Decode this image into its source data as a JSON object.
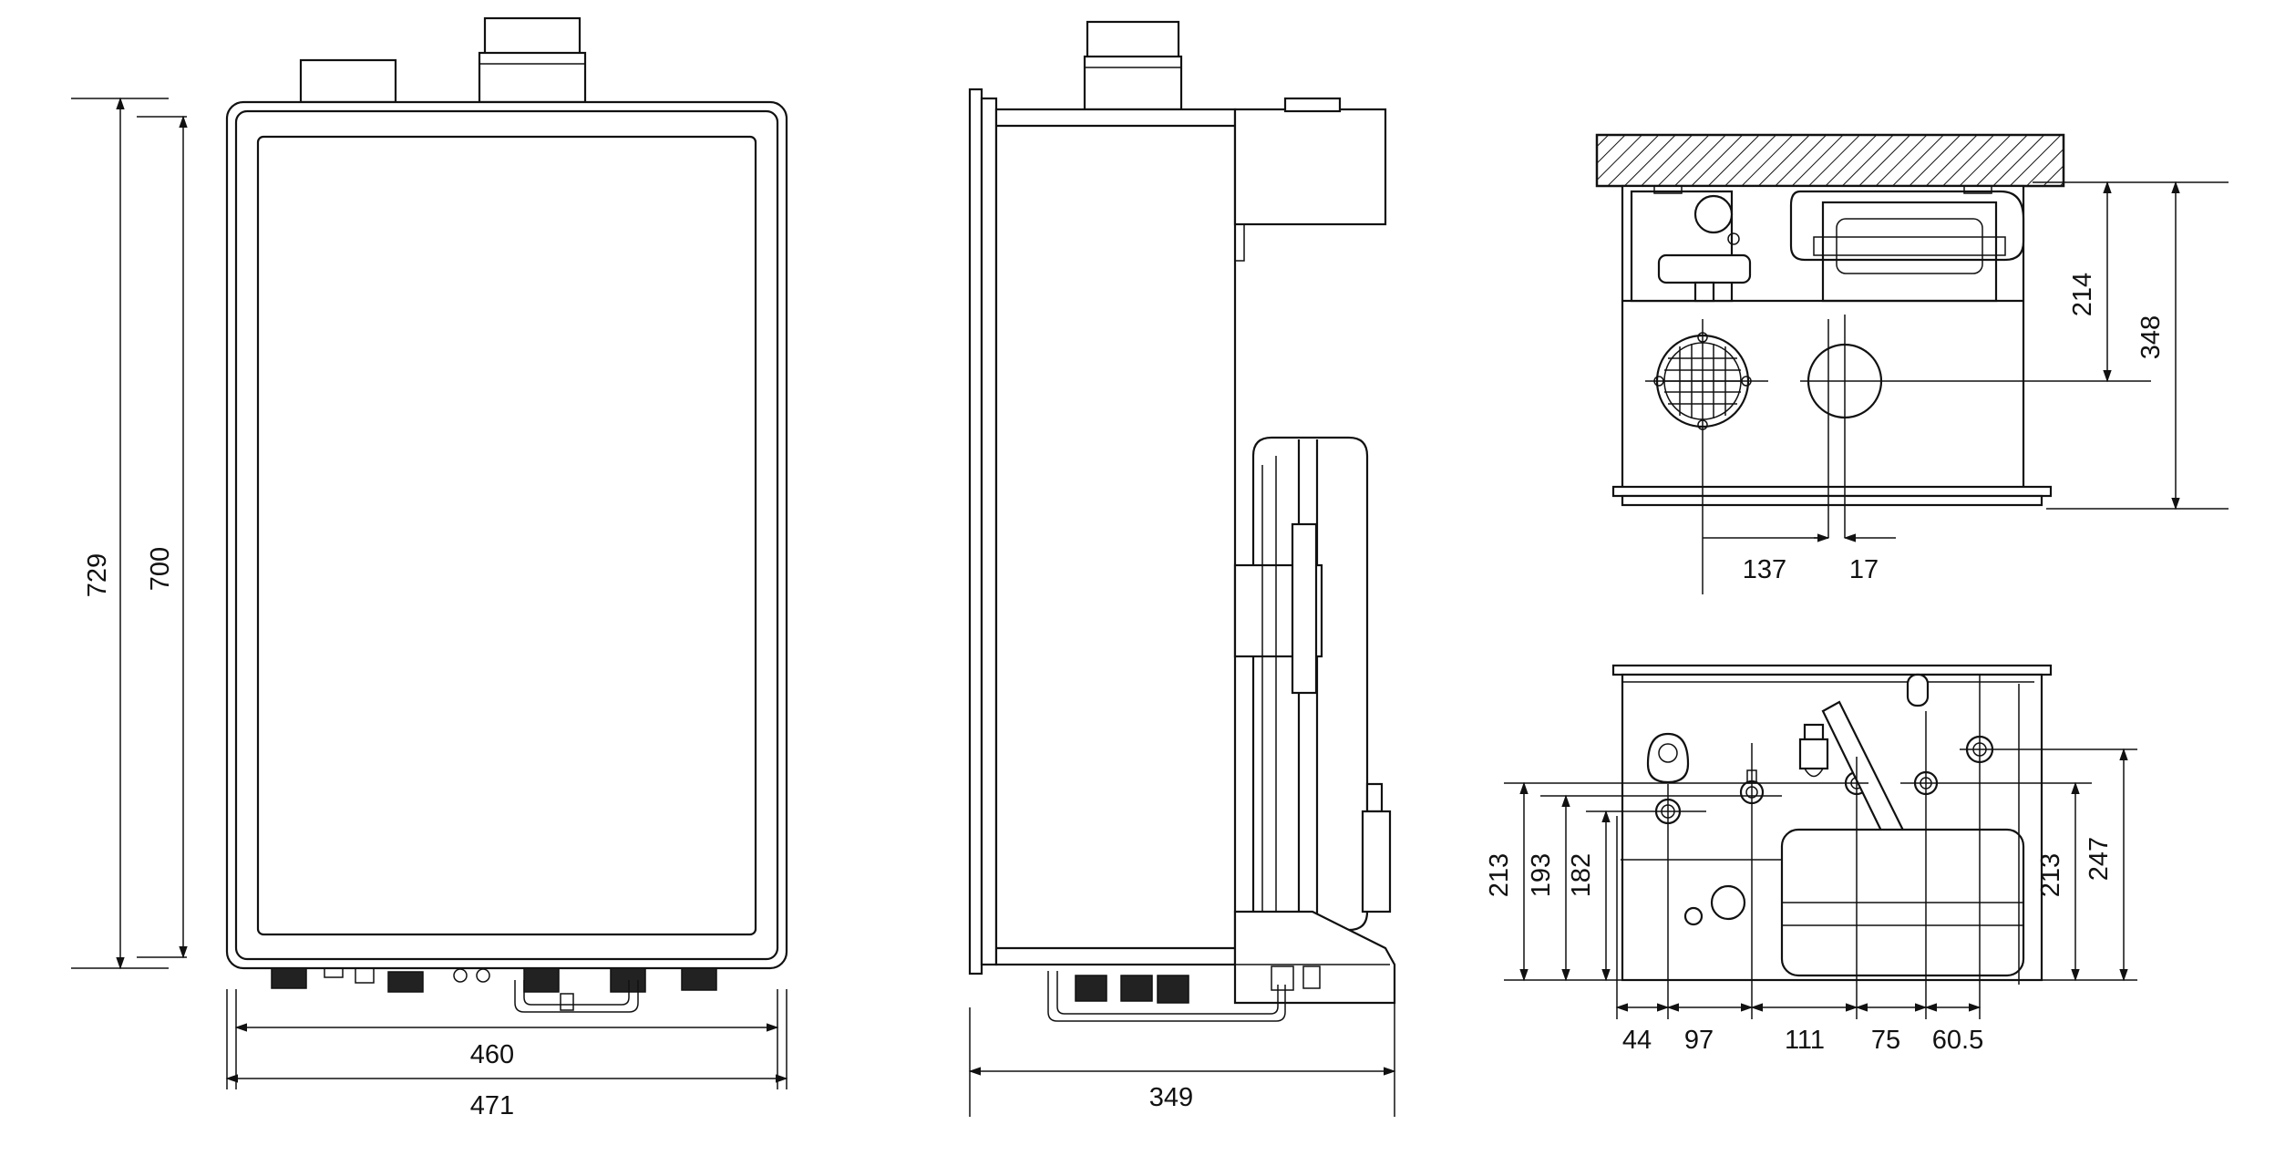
{
  "front_view": {
    "width_inner": "460",
    "width_outer": "471",
    "height_outer": "729",
    "height_inner": "700"
  },
  "side_view": {
    "depth": "349"
  },
  "top_view": {
    "offset_a": "137",
    "offset_b": "17",
    "height_a": "214",
    "height_b": "348"
  },
  "bottom_view": {
    "left_heights": [
      "213",
      "193",
      "182"
    ],
    "right_heights": [
      "213",
      "247"
    ],
    "spacings": [
      "44",
      "97",
      "111",
      "75",
      "60.5"
    ]
  }
}
